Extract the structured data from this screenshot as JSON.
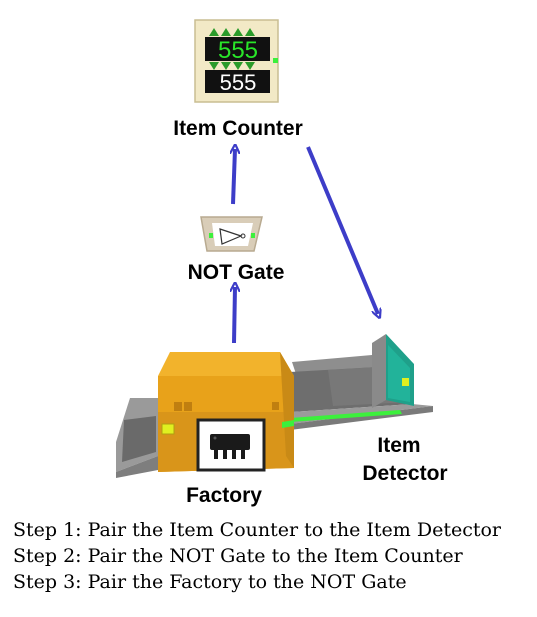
{
  "labels": {
    "item_counter": "Item Counter",
    "not_gate": "NOT Gate",
    "item_detector_line1": "Item",
    "item_detector_line2": "Detector",
    "factory": "Factory"
  },
  "counter_display": {
    "top_value": "555",
    "bottom_value": "555"
  },
  "steps": [
    "Step 1: Pair the Item Counter to the Item Detector",
    "Step 2: Pair the NOT Gate to the Item Counter",
    "Step 3: Pair the Factory to the NOT Gate"
  ],
  "colors": {
    "arrow": "#3d3dc8",
    "factory": "#e8a21a",
    "conveyor": "#6e6e6e",
    "display_digits": "#29e629",
    "indicator": "#3cf03c"
  }
}
